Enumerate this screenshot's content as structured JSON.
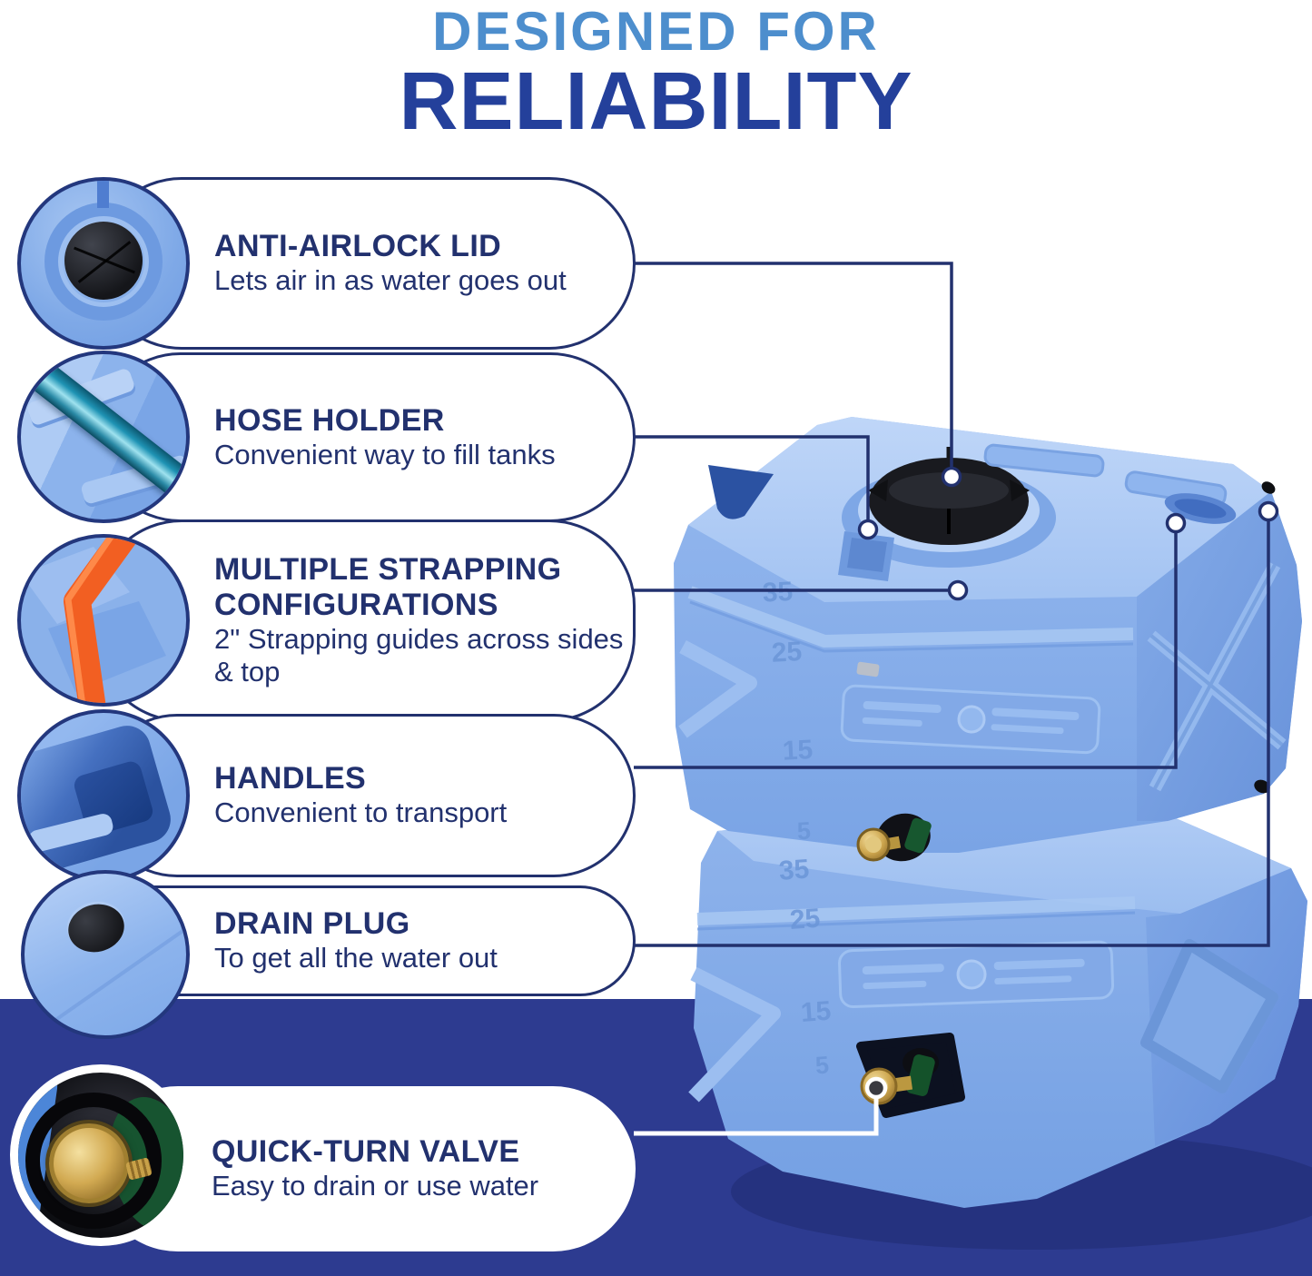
{
  "title": {
    "kicker": "DESIGNED FOR",
    "main": "RELIABILITY"
  },
  "features": [
    {
      "title": "ANTI-AIRLOCK LID",
      "description": "Lets air in as water goes out",
      "photo": "lid-closeup"
    },
    {
      "title": "HOSE HOLDER",
      "description": "Convenient way to fill tanks",
      "photo": "hose-in-groove-closeup"
    },
    {
      "title": "MULTIPLE STRAPPING CONFIGURATIONS",
      "description": "2\" Strapping guides across sides & top",
      "photo": "orange-strap-closeup"
    },
    {
      "title": "HANDLES",
      "description": "Convenient to transport",
      "photo": "handle-recess-closeup"
    },
    {
      "title": "DRAIN PLUG",
      "description": "To get all the water out",
      "photo": "drain-plug-closeup"
    },
    {
      "title": "QUICK-TURN VALVE",
      "description": "Easy to drain or use water",
      "photo": "brass-valve-closeup"
    }
  ],
  "tank": {
    "upper_markings": [
      "35",
      "25",
      "15",
      "5"
    ],
    "lower_markings": [
      "35",
      "25",
      "15",
      "5"
    ]
  },
  "colors": {
    "kicker_blue": "#4d8ecd",
    "title_navy": "#24409b",
    "text_navy": "#22316e",
    "band_navy": "#2d3b90",
    "tank_blue": "#87aeea",
    "strap_orange": "#f25f22",
    "valve_brass": "#d2aa52"
  }
}
